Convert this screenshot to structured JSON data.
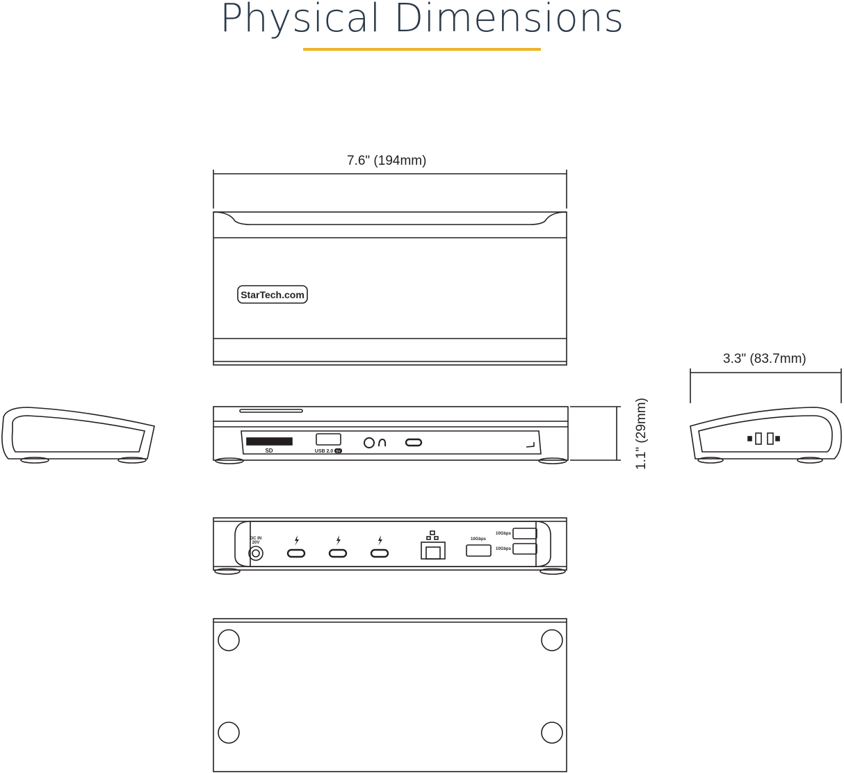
{
  "title": "Physical Dimensions",
  "accent_color": "#f0b323",
  "title_color": "#2b3a4a",
  "dimensions": {
    "width": "7.6\" (194mm)",
    "depth": "3.3\" (83.7mm)",
    "height": "1.1\" (29mm)"
  },
  "brand_logo": "StarTech.com",
  "front_ports": {
    "sd": "SD",
    "usb": "USB 2.0",
    "usb_badge": "5V"
  },
  "rear_ports": {
    "dc_in": "DC IN",
    "dc_volt": "20V",
    "usb_a_speed": "10Gbps",
    "usb_a_speed_top": "10Gbps",
    "usb_a_speed_bottom": "10Gbps"
  }
}
